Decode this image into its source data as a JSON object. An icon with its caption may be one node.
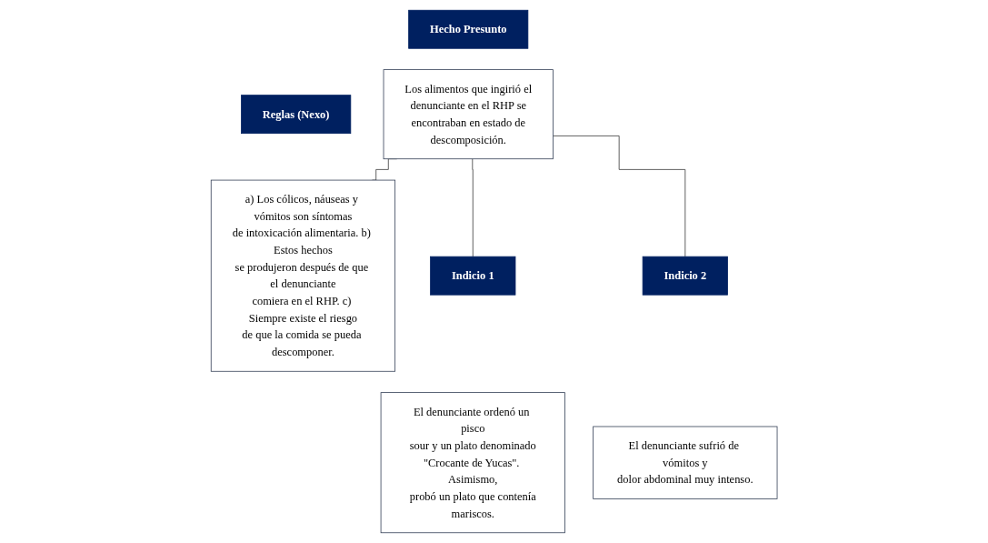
{
  "diagram": {
    "nodes": [
      {
        "text": [
          "Hecho Presunto"
        ]
      },
      {
        "text": [
          "Los alimentos que ingirió el denunciante en el RHP se encontraban en estado de descomposición."
        ]
      },
      {
        "text": [
          "Reglas (Nexo)"
        ]
      },
      {
        "text": [
          "a) Los cólicos, náuseas y vómitos son síntomas de intoxicación alimentaria. b) Estos hechos se produjeron después de que el denunciante comiera en el RHP. c) Siempre existe el riesgo de que la comida se pueda descomponer."
        ]
      },
      {
        "text": [
          "Indicio 1"
        ]
      },
      {
        "text": [
          "El denunciante ordenó un pisco sour y un plato denominado \"Crocante de Yucas\". Asimismo, probó un plato que contenía mariscos."
        ]
      },
      {
        "text": [
          "Indicio  2"
        ]
      },
      {
        "text": [
          "El denunciante sufrió de vómitos y dolor abdominal muy intenso."
        ]
      }
    ],
    "edges": [
      {
        "from": 1,
        "to": 3,
        "arrow": "none"
      },
      {
        "from": 1,
        "to": 4,
        "arrow": "none"
      },
      {
        "from": 1,
        "to": 6,
        "arrow": "none"
      }
    ]
  }
}
